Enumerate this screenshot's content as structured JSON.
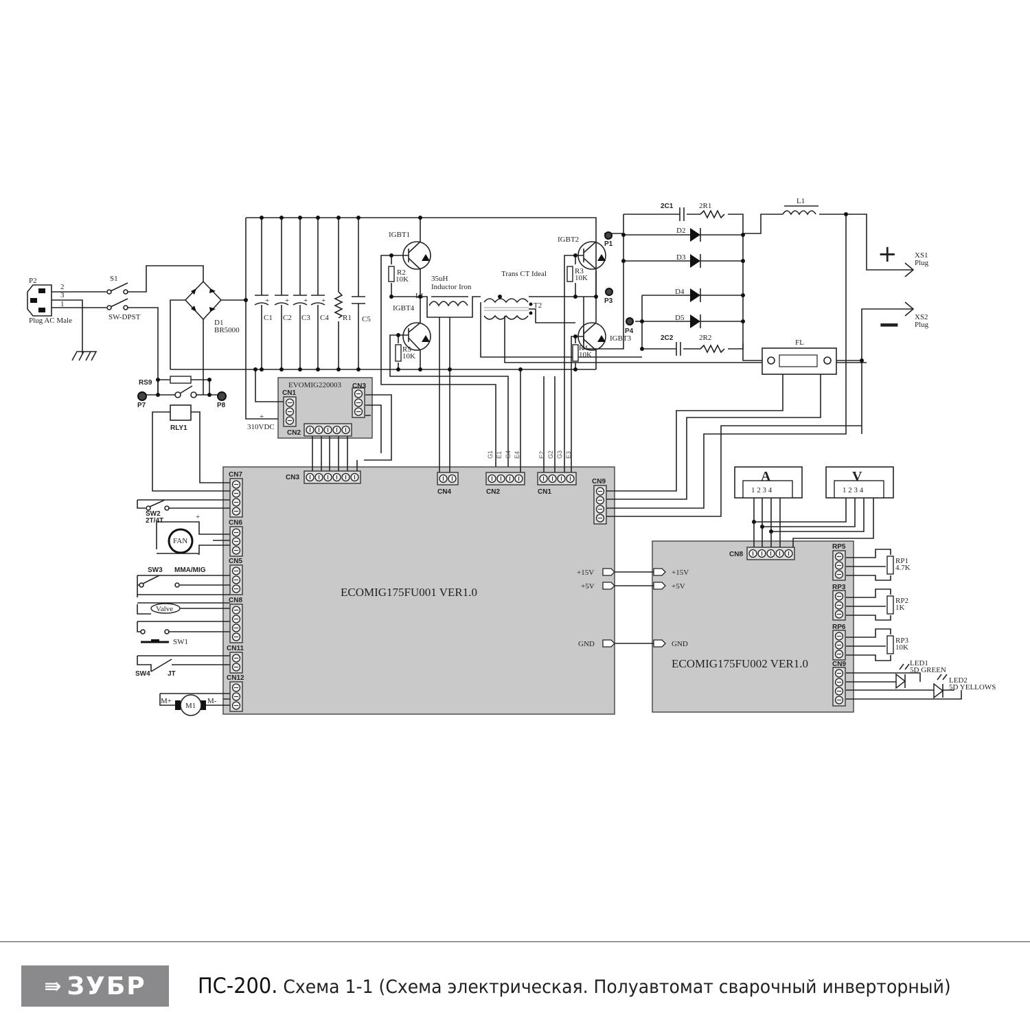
{
  "input": {
    "plug": "P2",
    "plug_desc": "Plug AC Male",
    "pins": [
      "2",
      "3",
      "1"
    ],
    "switch": "S1",
    "switch_type": "SW-DPST",
    "bridge": "D1",
    "bridge_part": "BR5000"
  },
  "dc_bus": {
    "caps": [
      "C1",
      "C2",
      "C3",
      "C4"
    ],
    "resistor": "R1",
    "cap5": "C5",
    "plus": "+",
    "voltage": "310VDC"
  },
  "softstart": {
    "resistor": "RS9",
    "p7": "P7",
    "p8": "P8",
    "relay": "RLY1"
  },
  "aux_board": {
    "name": "EVOMIG220003",
    "cn1": "CN1",
    "cn2": "CN2",
    "cn3": "CN3",
    "plus": "+"
  },
  "inverter": {
    "igbt1": "IGBT1",
    "igbt2": "IGBT2",
    "igbt3": "IGBT3",
    "igbt4": "IGBT4",
    "r2": "R2",
    "r2v": "10K",
    "r3": "R3",
    "r3v": "10K",
    "r4": "R4",
    "r4v": "10K",
    "r5": "R5",
    "r5v": "10K",
    "l1_value": "35uH",
    "l1_desc": "Inductor Iron",
    "l1_ref": "L1",
    "trans": "Trans CT Ideal",
    "t2": "T2",
    "p1": "P1",
    "p3": "P3",
    "p4": "P4"
  },
  "output": {
    "c21": "2C1",
    "r21": "2R1",
    "c22": "2C2",
    "r22": "2R2",
    "diodes": [
      "D2",
      "D3",
      "D4",
      "D5"
    ],
    "inductor": "L1",
    "fuse": "FL",
    "xs1": "XS1",
    "xs1_sub": "Plug",
    "xs2": "XS2",
    "xs2_sub": "Plug",
    "plus": "+",
    "minus": "−"
  },
  "main_board": {
    "name": "ECOMIG175FU001 VER1.0",
    "cn3": "CN3",
    "cn4": "CN4",
    "cn2": "CN2",
    "cn1": "CN1",
    "cn9": "CN9",
    "cn2_pins": [
      "G1",
      "E1",
      "G4",
      "E4"
    ],
    "cn1_pins": [
      "E2",
      "G2",
      "G3",
      "E3"
    ],
    "cn7": "CN7",
    "cn6": "CN6",
    "cn5": "CN5",
    "cn8": "CN8",
    "cn11": "CN11",
    "cn12": "CN12",
    "p15": "+15V",
    "p5": "+5V",
    "gnd": "GND"
  },
  "periph": {
    "sw2": "SW2",
    "sw2_desc": "2T/4T",
    "fan": "FAN",
    "fan_plus": "+",
    "fan_minus": "-",
    "sw3": "SW3",
    "sw3_desc": "MMA/MIG",
    "valve": "Valve",
    "sw1": "SW1",
    "sw4": "SW4",
    "jt": "JT",
    "motor": "M1",
    "mplus": "M+",
    "mminus": "M-"
  },
  "panel_board": {
    "name": "ECOMIG175FU002 VER1.0",
    "cn8": "CN8",
    "rp5": "RP5",
    "rp3": "RP3",
    "rp6": "RP6",
    "cn9": "CN9",
    "p15": "+15V",
    "p5": "+5V",
    "gnd": "GND",
    "rp1": "RP1",
    "rp1v": "4.7K",
    "rp2": "RP2",
    "rp2v": "1K",
    "rp3pot": "RP3",
    "rp3v": "10K",
    "led1": "LED1",
    "led1_desc": "5D  GREEN",
    "led2": "LED2",
    "led2_desc": "5D  YELLOWS",
    "meter_a": "A",
    "meter_v": "V",
    "meter_pins": "1 2 3 4"
  },
  "footer": {
    "logo": "ЗУБР",
    "model": "ПС-200.",
    "caption": "Схема 1-1 (Схема электрическая. Полуавтомат сварочный инверторный)",
    "logo_color": "#8a8a8c"
  }
}
